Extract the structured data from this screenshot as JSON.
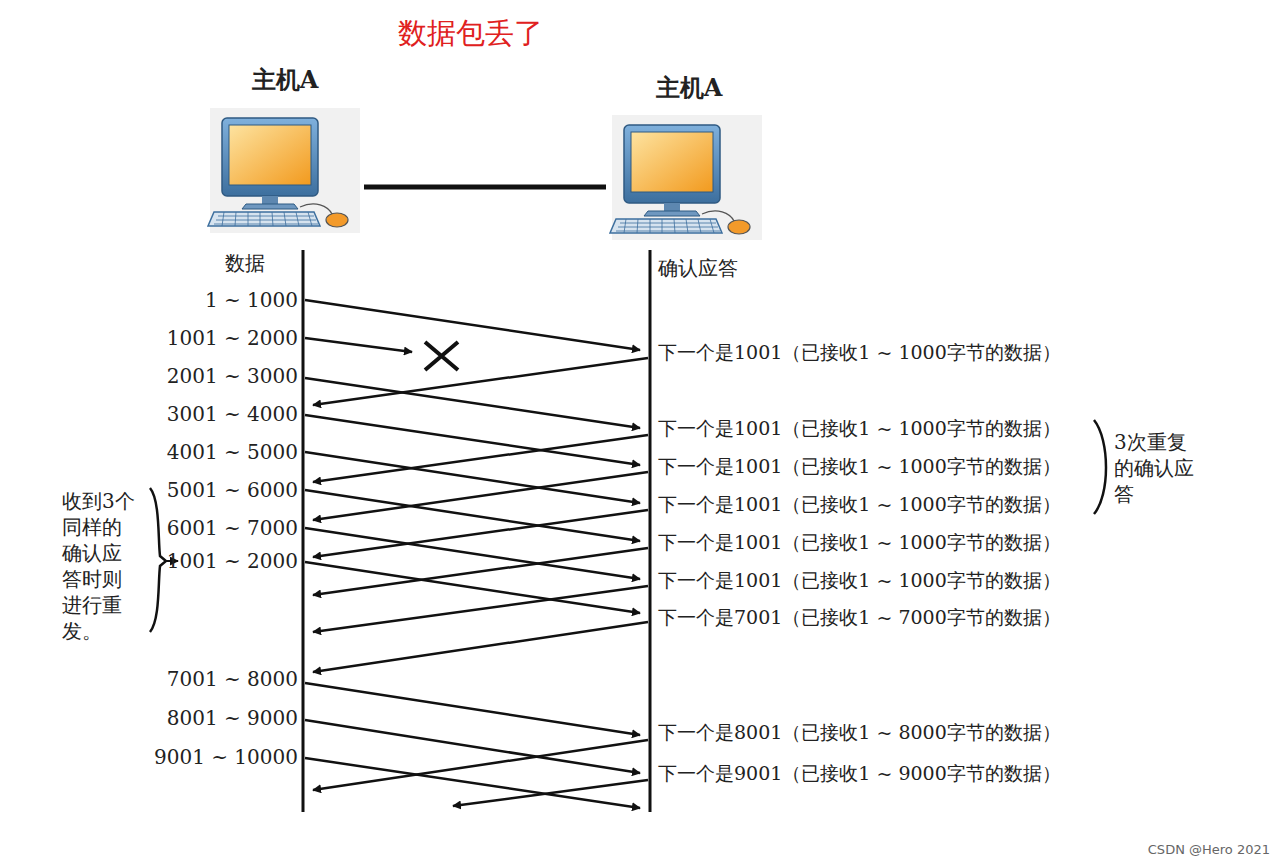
{
  "diagram": {
    "title": "数据包丢了",
    "nodes": [
      {
        "text": [
          "主机A"
        ]
      },
      {
        "text": [
          "主机A"
        ]
      }
    ],
    "edges": [
      {
        "from": 0,
        "to": 1,
        "arrow": "none"
      }
    ],
    "labels": [
      "数据",
      "1 ~ 1000",
      "1001 ~ 2000",
      "2001 ~ 3000",
      "3001 ~ 4000",
      "4001 ~ 5000",
      "5001 ~ 6000",
      "6001 ~ 7000",
      "1001 ~ 2000",
      "7001 ~ 8000",
      "8001 ~ 9000",
      "9001 ~ 10000",
      "确认应答",
      "下一个是1001（已接收1 ~ 1000字节的数据）",
      "下一个是1001（已接收1 ~ 1000字节的数据）",
      "下一个是1001（已接收1 ~ 1000字节的数据）",
      "下一个是1001（已接收1 ~ 1000字节的数据）",
      "下一个是1001（已接收1 ~ 1000字节的数据）",
      "下一个是1001（已接收1 ~ 1000字节的数据）",
      "下一个是7001（已接收1 ~ 7000字节的数据）",
      "下一个是8001（已接收1 ~ 8000字节的数据）",
      "下一个是9001（已接收1 ~ 9000字节的数据）",
      "3次重复的确认应答",
      "收到3个同样的确认应答时则进行重发。",
      "CSDN @Hero 2021"
    ]
  }
}
